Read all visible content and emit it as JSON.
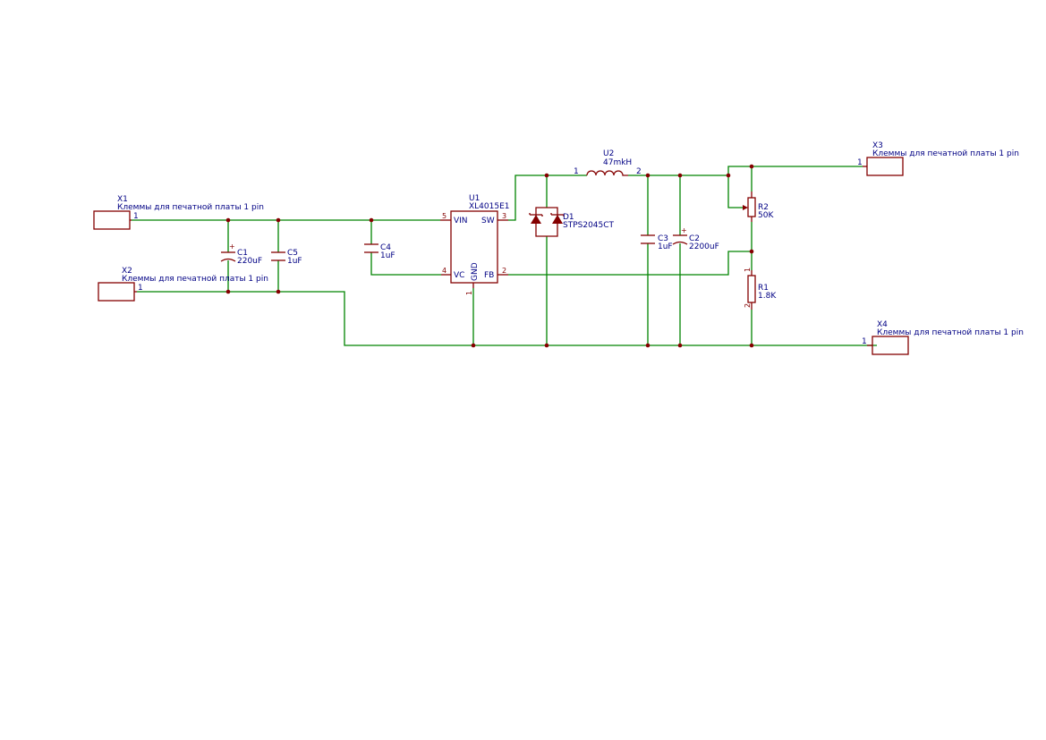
{
  "components": {
    "X1": {
      "ref": "X1",
      "value": "Клеммы для печатной платы 1 pin",
      "pin": "1"
    },
    "X2": {
      "ref": "X2",
      "value": "Клеммы для печатной платы 1 pin",
      "pin": "1"
    },
    "X3": {
      "ref": "X3",
      "value": "Клеммы для печатной платы 1 pin",
      "pin": "1"
    },
    "X4": {
      "ref": "X4",
      "value": "Клеммы для печатной платы 1 pin",
      "pin": "1"
    },
    "U1": {
      "ref": "U1",
      "value": "XL4015E1",
      "pins": {
        "vin": "VIN",
        "sw": "SW",
        "vc": "VC",
        "fb": "FB",
        "gnd": "GND"
      },
      "pin_numbers": {
        "vin": "5",
        "sw": "3",
        "vc": "4",
        "fb": "2",
        "gnd": "1"
      }
    },
    "U2": {
      "ref": "U2",
      "value": "47mkH",
      "pin1": "1",
      "pin2": "2"
    },
    "D1": {
      "ref": "D1",
      "value": "STPS2045CT"
    },
    "C1": {
      "ref": "C1",
      "value": "220uF"
    },
    "C2": {
      "ref": "C2",
      "value": "2200uF"
    },
    "C3": {
      "ref": "C3",
      "value": "1uF"
    },
    "C4": {
      "ref": "C4",
      "value": "1uF"
    },
    "C5": {
      "ref": "C5",
      "value": "1uF"
    },
    "R1": {
      "ref": "R1",
      "value": "1.8K",
      "pin1": "1",
      "pin2": "2"
    },
    "R2": {
      "ref": "R2",
      "value": "50K"
    }
  },
  "colors": {
    "wire": "#008400",
    "symbol": "#840000",
    "text": "#000084"
  }
}
